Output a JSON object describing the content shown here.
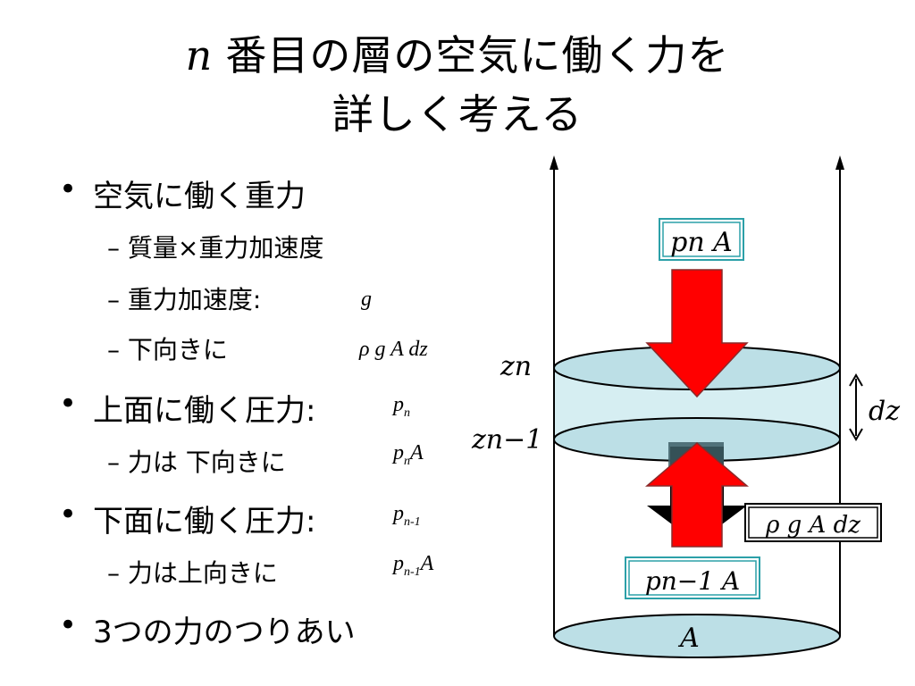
{
  "title": {
    "var": "n",
    "line1": "番目の層の空気に働く力を",
    "line2": "詳しく考える"
  },
  "bullets": {
    "gravity": {
      "label": "空気に働く重力",
      "sub1": "質量×重力加速度",
      "sub2": "重力加速度:",
      "sub2_math": "g",
      "sub3": "下向きに",
      "sub3_math": "ρ g A dz"
    },
    "top_pressure": {
      "label": "上面に働く圧力:",
      "math_base": "p",
      "math_sub": "n",
      "sub": "力は 下向きに",
      "sub_math_base": "p",
      "sub_math_sub": "n",
      "sub_math_tail": "A"
    },
    "bottom_pressure": {
      "label": "下面に働く圧力:",
      "math_base": "p",
      "math_sub": "n-1",
      "sub": "力は上向きに",
      "sub_math_base": "p",
      "sub_math_sub": "n-1",
      "sub_math_tail": "A"
    },
    "balance": {
      "label": "3つの力のつりあい"
    }
  },
  "diagram": {
    "label_top_force": "pn A",
    "label_zn": "zn",
    "label_zn1": "zn−1",
    "label_dz": "dz",
    "label_gravity": "ρ g A dz",
    "label_bottom_force": "pn−1 A",
    "label_area": "A",
    "colors": {
      "arrow": "#ff0000",
      "layer_fill": "#d6eef2",
      "ellipse_fill": "#bcdfe6",
      "label_border": "#2ca0a8"
    }
  }
}
